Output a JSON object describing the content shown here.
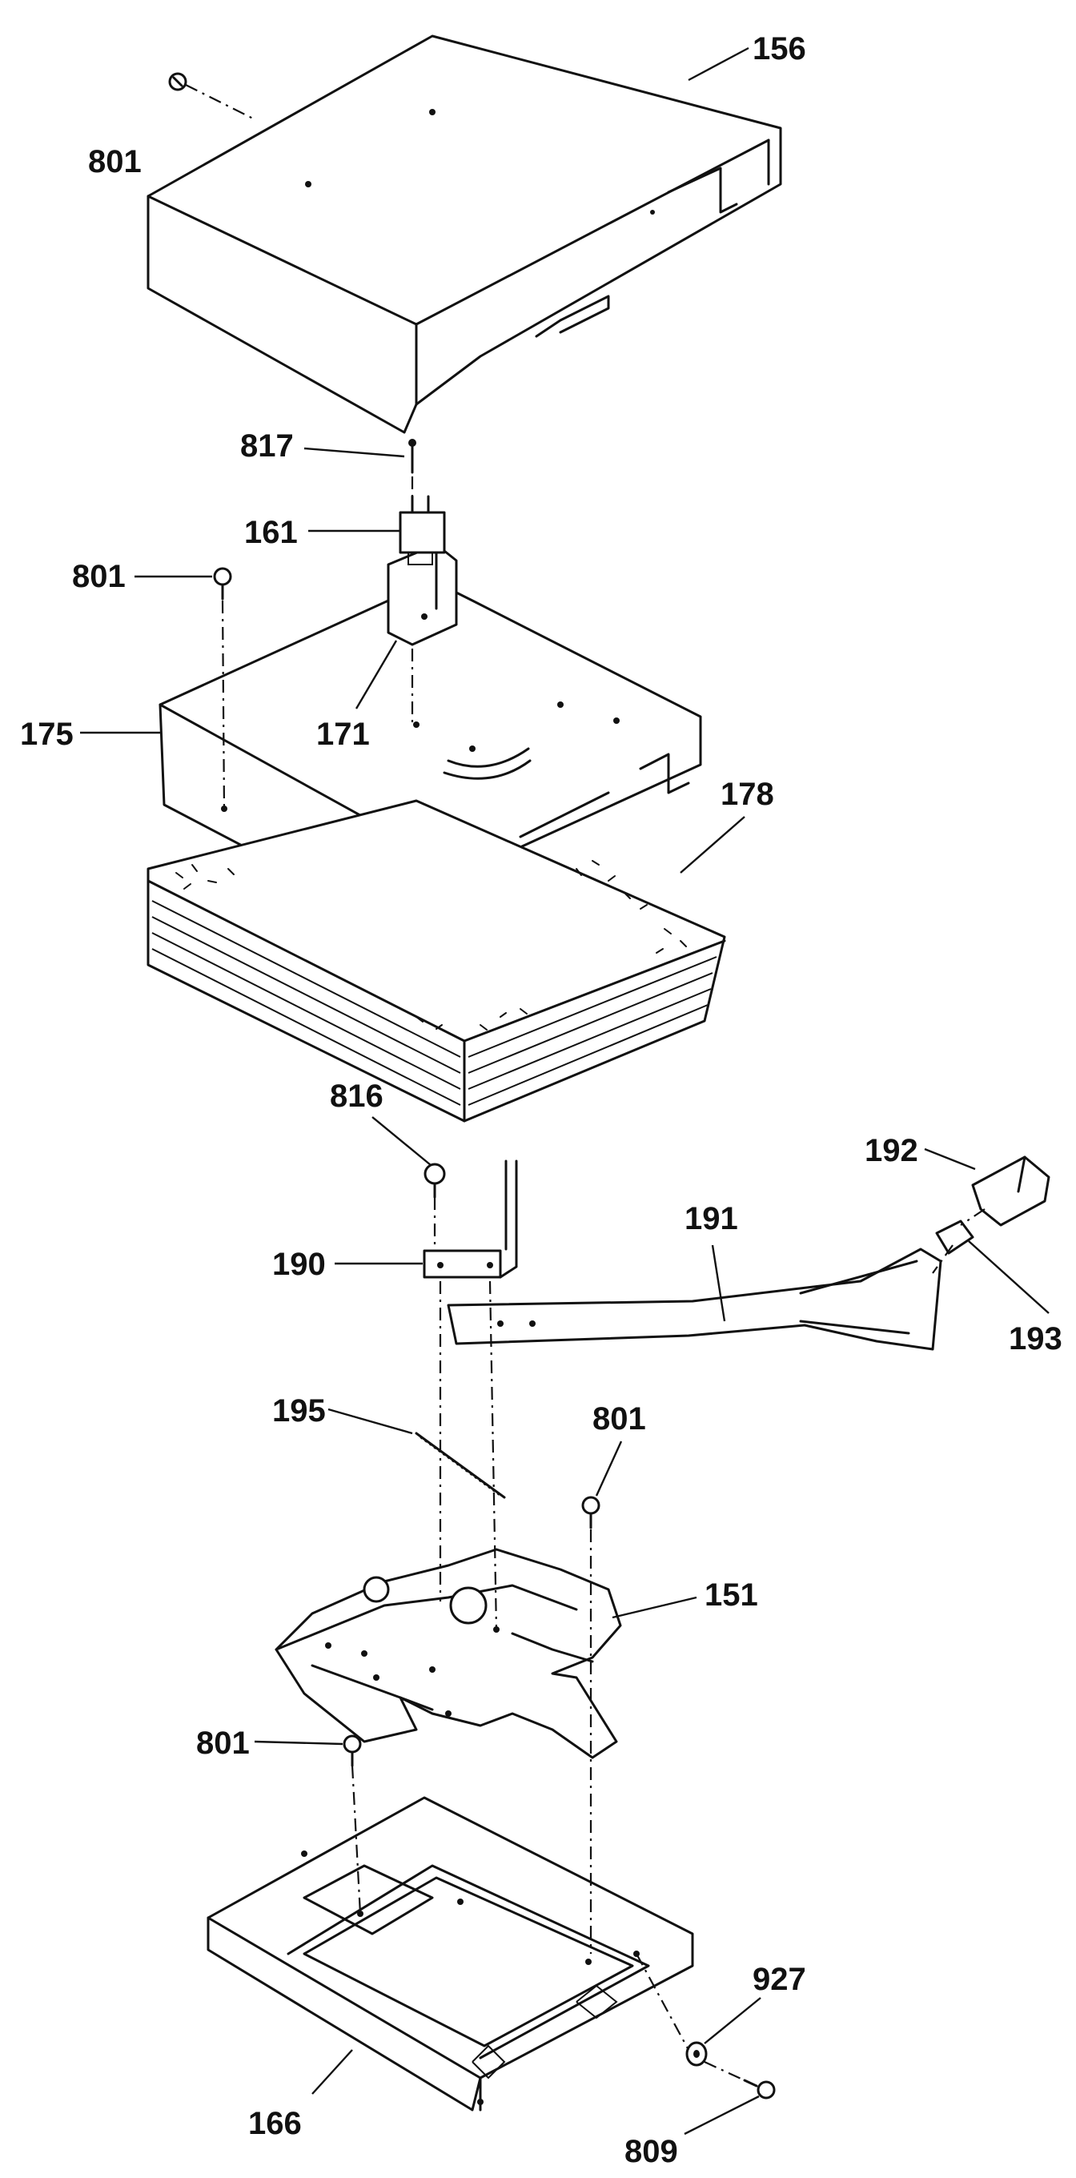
{
  "diagram": {
    "callouts": {
      "c156": "156",
      "c801a": "801",
      "c817": "817",
      "c161": "161",
      "c801b": "801",
      "c175": "175",
      "c171": "171",
      "c178": "178",
      "c816": "816",
      "c192": "192",
      "c190": "190",
      "c191": "191",
      "c193": "193",
      "c195": "195",
      "c801c": "801",
      "c151": "151",
      "c801d": "801",
      "c927": "927",
      "c166": "166",
      "c809": "809"
    },
    "colors": {
      "ink": "#111111",
      "paper": "#ffffff"
    }
  }
}
